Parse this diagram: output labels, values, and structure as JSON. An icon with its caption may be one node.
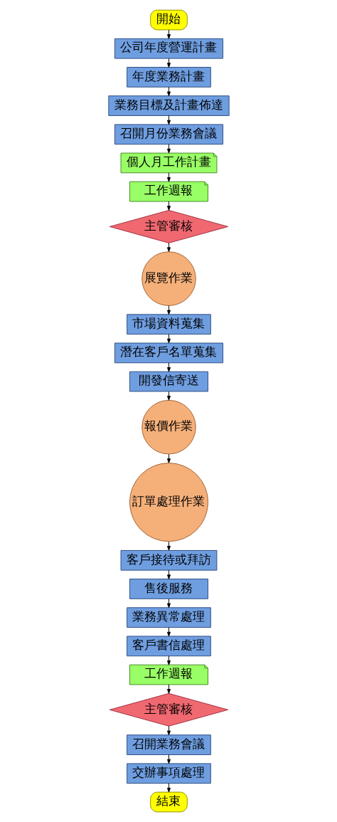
{
  "diagram": {
    "nodes": [
      {
        "text": [
          "開始"
        ]
      },
      {
        "text": [
          "公司年度營運計畫"
        ]
      },
      {
        "text": [
          "年度業務計畫"
        ]
      },
      {
        "text": [
          "業務目標及計畫佈達"
        ]
      },
      {
        "text": [
          "召開月份業務會議"
        ]
      },
      {
        "text": [
          "個人月工作計畫"
        ]
      },
      {
        "text": [
          "工作週報"
        ]
      },
      {
        "text": [
          "主管審核"
        ]
      },
      {
        "text": [
          "展覽作業"
        ]
      },
      {
        "text": [
          "市場資料蒐集"
        ]
      },
      {
        "text": [
          "潛在客戶名單蒐集"
        ]
      },
      {
        "text": [
          "開發信寄送"
        ]
      },
      {
        "text": [
          "報價作業"
        ]
      },
      {
        "text": [
          "訂單處理作業"
        ]
      },
      {
        "text": [
          "客戶接待或拜訪"
        ]
      },
      {
        "text": [
          "售後服務"
        ]
      },
      {
        "text": [
          "業務異常處理"
        ]
      },
      {
        "text": [
          "客戶書信處理"
        ]
      },
      {
        "text": [
          "工作週報"
        ]
      },
      {
        "text": [
          "主管審核"
        ]
      },
      {
        "text": [
          "召開業務會議"
        ]
      },
      {
        "text": [
          "交辦事項處理"
        ]
      },
      {
        "text": [
          "結束"
        ]
      }
    ],
    "edges": [
      {
        "from": 0,
        "to": 1,
        "arrow": "to"
      },
      {
        "from": 1,
        "to": 2,
        "arrow": "to"
      },
      {
        "from": 2,
        "to": 3,
        "arrow": "to"
      },
      {
        "from": 3,
        "to": 4,
        "arrow": "to"
      },
      {
        "from": 4,
        "to": 5,
        "arrow": "to"
      },
      {
        "from": 5,
        "to": 6,
        "arrow": "to"
      },
      {
        "from": 6,
        "to": 7,
        "arrow": "to"
      },
      {
        "from": 7,
        "to": 8,
        "arrow": "to"
      },
      {
        "from": 8,
        "to": 9,
        "arrow": "to"
      },
      {
        "from": 9,
        "to": 10,
        "arrow": "to"
      },
      {
        "from": 10,
        "to": 11,
        "arrow": "to"
      },
      {
        "from": 11,
        "to": 12,
        "arrow": "to"
      },
      {
        "from": 12,
        "to": 13,
        "arrow": "to"
      },
      {
        "from": 13,
        "to": 14,
        "arrow": "to"
      },
      {
        "from": 14,
        "to": 15,
        "arrow": "to"
      },
      {
        "from": 15,
        "to": 16,
        "arrow": "to"
      },
      {
        "from": 16,
        "to": 17,
        "arrow": "to"
      },
      {
        "from": 17,
        "to": 18,
        "arrow": "to"
      },
      {
        "from": 18,
        "to": 19,
        "arrow": "to"
      },
      {
        "from": 19,
        "to": 20,
        "arrow": "to"
      },
      {
        "from": 20,
        "to": 21,
        "arrow": "to"
      },
      {
        "from": 21,
        "to": 22,
        "arrow": "to"
      }
    ]
  }
}
